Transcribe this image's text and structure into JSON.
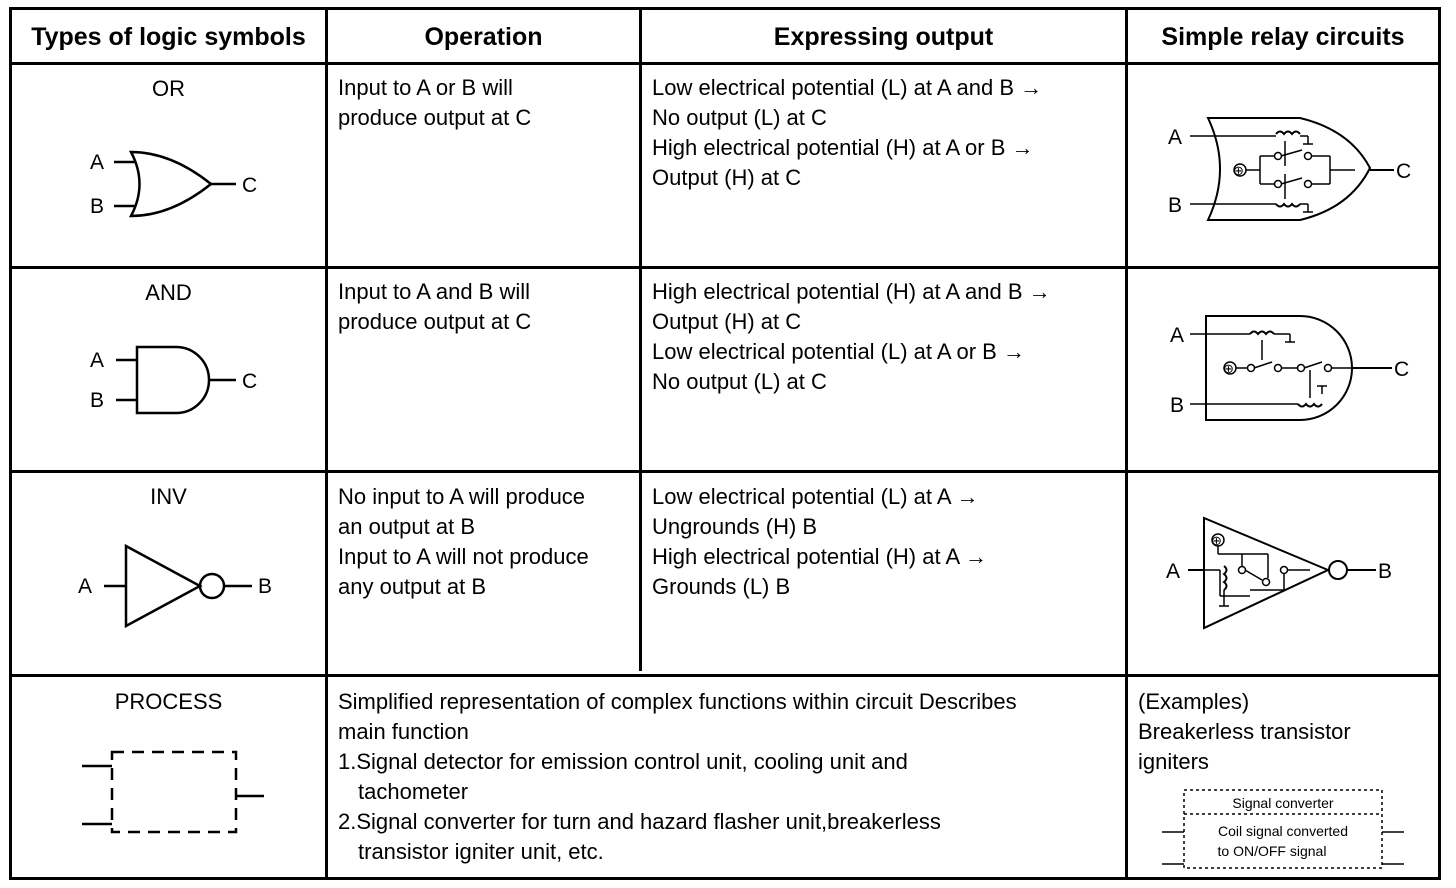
{
  "headers": {
    "col1": "Types of logic symbols",
    "col2": "Operation",
    "col3": "Expressing output",
    "col4": "Simple relay circuits"
  },
  "or": {
    "name": "OR",
    "operation": [
      "Input to A or B will",
      "produce output at C"
    ],
    "output": [
      "Low electrical potential (L) at A and B →",
      "No output (L) at C",
      "High electrical potential (H) at A or B →",
      "Output (H) at C"
    ],
    "labels": {
      "a": "A",
      "b": "B",
      "c": "C",
      "plus": "⊕"
    }
  },
  "and": {
    "name": "AND",
    "operation": [
      "Input to A and B will",
      "produce output at C"
    ],
    "output": [
      "High electrical potential (H) at A and B →",
      "Output (H) at C",
      "Low electrical potential (L) at A or B →",
      "No output (L) at C"
    ],
    "labels": {
      "a": "A",
      "b": "B",
      "c": "C",
      "plus": "⊕"
    }
  },
  "inv": {
    "name": "INV",
    "operation": [
      "No input to A  will produce",
      "an output at B",
      "Input to A will not produce",
      "any output at B"
    ],
    "output": [
      "Low electrical potential (L) at A →",
      "Ungrounds (H) B",
      "High electrical potential (H) at A →",
      "Grounds (L) B"
    ],
    "labels": {
      "a": "A",
      "b": "B",
      "plus": "⊕"
    }
  },
  "process": {
    "name": "PROCESS",
    "description": [
      "Simplified representation of complex functions within circuit Describes",
      "main function"
    ],
    "items": [
      [
        "1.Signal detector for emission control unit, cooling unit and",
        "tachometer"
      ],
      [
        "2.Signal converter for turn and hazard flasher unit,breakerless",
        "transistor igniter unit, etc."
      ]
    ],
    "examples": [
      "(Examples)",
      "Breakerless transistor",
      "igniters"
    ],
    "box_title": "Signal converter",
    "box_lines": [
      "Coil signal converted",
      "to ON/OFF signal"
    ]
  }
}
